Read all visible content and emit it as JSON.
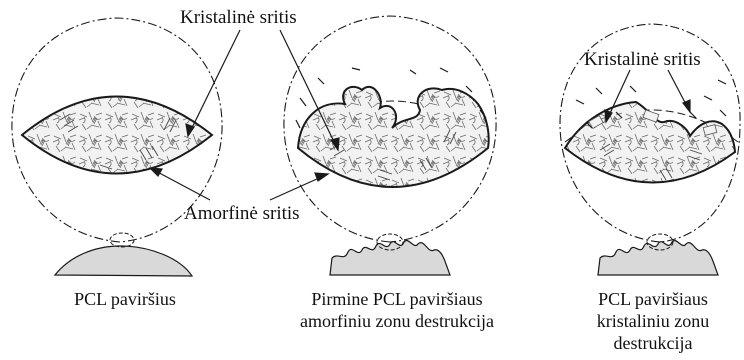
{
  "labels": {
    "crystalline_top": "Kristalinė sritis",
    "crystalline_right": "Kristalinė sritis",
    "amorphous": "Amorfinė sritis"
  },
  "captions": {
    "stage1": [
      "PCL paviršius"
    ],
    "stage2": [
      "Pirmine PCL paviršiaus",
      "amorfiniu zonu destrukcija"
    ],
    "stage3": [
      "PCL paviršiaus",
      "kristaliniu zonu",
      "destrukcija"
    ]
  },
  "colors": {
    "line": "#1a1a1a",
    "surface_fill": "#d9d9d9",
    "texture": "#6b6b6b",
    "background": "#ffffff"
  }
}
